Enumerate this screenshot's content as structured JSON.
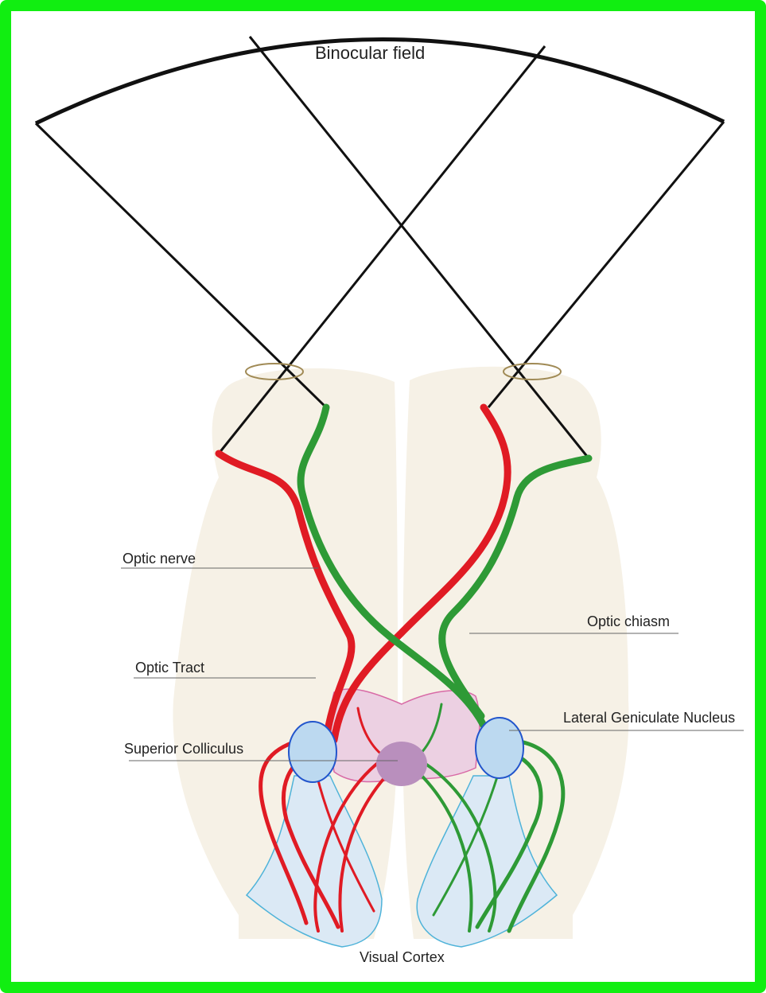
{
  "labels": {
    "binocular_field": "Binocular field",
    "optic_nerve": "Optic nerve",
    "optic_chiasm": "Optic chiasm",
    "optic_tract": "Optic Tract",
    "lateral_geniculate_nucleus": "Lateral Geniculate Nucleus",
    "superior_colliculus": "Superior Colliculus",
    "visual_cortex": "Visual Cortex"
  },
  "colors": {
    "frame": "#11ee11",
    "brain": "#f6f1e6",
    "left_pathway": "#e01b24",
    "right_pathway": "#2e9a36",
    "nucleus": "#bcd9f0",
    "chiasm_region": "#ecd0e2",
    "colliculus": "#b98fbd",
    "cortex_region": "#dbe9f5"
  }
}
